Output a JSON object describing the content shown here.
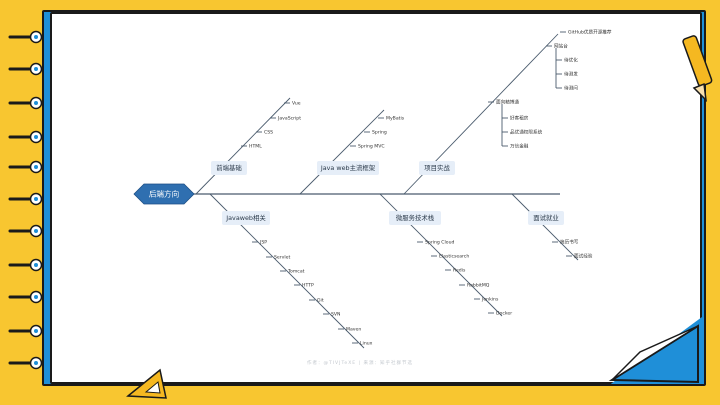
{
  "root": {
    "label": "后端方向"
  },
  "branches": [
    {
      "key": "frontend",
      "label": "前端基础",
      "items": [
        "Vue",
        "JavaScript",
        "CSS",
        "HTML"
      ]
    },
    {
      "key": "javaweb",
      "label": "Java web主流框架",
      "items": [
        "MyBatis",
        "Spring",
        "Spring MVC"
      ]
    },
    {
      "key": "project",
      "label": "项目实战",
      "groups": [
        {
          "label": "项目实战",
          "items": [
            "GitHub优质开源推荐"
          ]
        },
        {
          "label": "网站台",
          "items": [
            "待优化",
            "待测发",
            "待测问"
          ]
        },
        {
          "label": "面向精博通",
          "items": [
            "好客租房",
            "品优通权限系统",
            "万信金融"
          ]
        }
      ]
    },
    {
      "key": "javaweb-related",
      "label": "Javaweb相关",
      "items": [
        "JSP",
        "Servlet",
        "Tomcat",
        "HTTP",
        "Git",
        "SVN",
        "Maven",
        "Linux"
      ]
    },
    {
      "key": "microservice",
      "label": "微服务技术栈",
      "items": [
        "Spring Cloud",
        "Elasticsearch",
        "Redis",
        "RabbitMQ",
        "Jenkins",
        "Docker"
      ]
    },
    {
      "key": "interview",
      "label": "面试就业",
      "items": [
        "简历书写",
        "面试经验"
      ]
    }
  ],
  "footer": {
    "text": "作者：@TIVJTeXE | 来源：知乎社群节选"
  },
  "colors": {
    "background": "#f8c630",
    "frame": "#1f8fd8",
    "root": "#2f6fb0",
    "node": "#e6eef8",
    "line": "#4a5b6d"
  }
}
